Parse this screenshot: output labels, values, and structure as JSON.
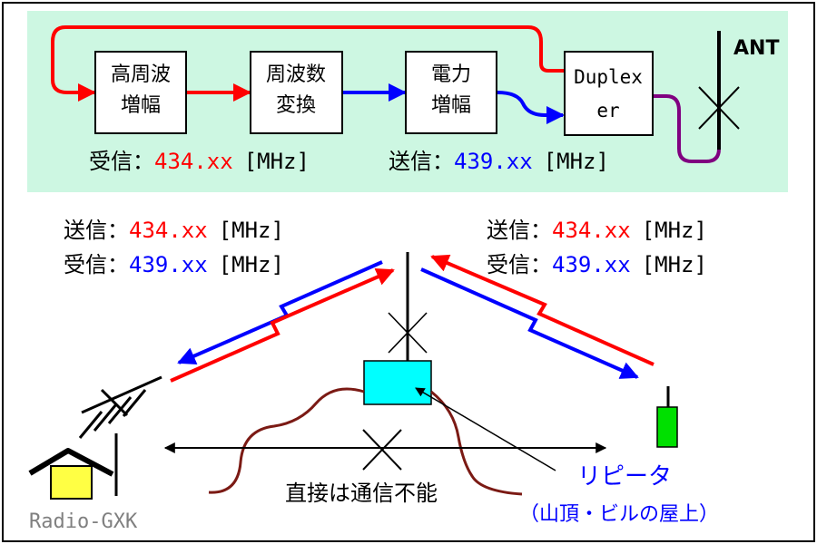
{
  "colors": {
    "panel": "#cdf7e2",
    "red": "#ff0000",
    "blue": "#0000ff",
    "purple": "#800080",
    "brown": "#7b1a14",
    "cyan": "#00ffff",
    "green": "#00e000",
    "yellow": "#ffff44",
    "gray": "#808080"
  },
  "block_diagram": {
    "blocks": [
      {
        "id": "rf-amp",
        "lines": [
          "高周波",
          "増幅"
        ]
      },
      {
        "id": "freq-converter",
        "lines": [
          "周波数",
          "変換"
        ]
      },
      {
        "id": "power-amp",
        "lines": [
          "電力",
          "増幅"
        ]
      },
      {
        "id": "duplexer",
        "lines": [
          "Duplex",
          "er"
        ]
      }
    ],
    "antenna_label": "ANT",
    "rx_freq": {
      "label": "受信：",
      "value": "434.xx",
      "unit": "[MHz]"
    },
    "tx_freq": {
      "label": "送信：",
      "value": "439.xx",
      "unit": "[MHz]"
    }
  },
  "left_station": {
    "tx": {
      "label": "送信：",
      "value": "434.xx",
      "unit": "[MHz]"
    },
    "rx": {
      "label": "受信：",
      "value": "439.xx",
      "unit": "[MHz]"
    },
    "name": "Radio-GXK"
  },
  "right_station": {
    "tx": {
      "label": "送信：",
      "value": "434.xx",
      "unit": "[MHz]"
    },
    "rx": {
      "label": "受信：",
      "value": "439.xx",
      "unit": "[MHz]"
    }
  },
  "no_direct_label": "直接は通信不能",
  "repeater_label": "リピータ",
  "repeater_location": "（山頂・ビルの屋上）"
}
